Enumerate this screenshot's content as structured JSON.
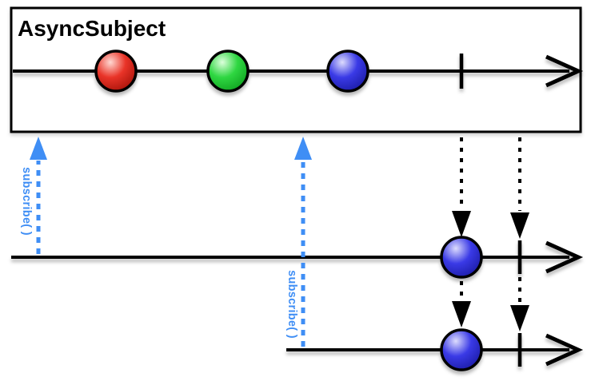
{
  "title": "AsyncSubject",
  "colors": {
    "outline": "#000000",
    "background": "#ffffff",
    "subscribe_blue": "#3f8ef5",
    "marble_red": {
      "highlight": "#ffd8d2",
      "main": "#e93428",
      "edge": "#9e0e05"
    },
    "marble_green": {
      "highlight": "#dcffdc",
      "main": "#2fd742",
      "edge": "#0b9c1b"
    },
    "marble_blue": {
      "highlight": "#dddcfd",
      "main": "#3a3ae6",
      "edge": "#17179c"
    }
  },
  "source": {
    "label": "AsyncSubject",
    "emissions": [
      "red",
      "green",
      "blue"
    ],
    "completes": true
  },
  "subscribers": [
    {
      "subscribe_label": "subscribe( )",
      "received": [
        "blue"
      ],
      "completes": true
    },
    {
      "subscribe_label": "subscribe( )",
      "received": [
        "blue"
      ],
      "completes": true
    }
  ]
}
